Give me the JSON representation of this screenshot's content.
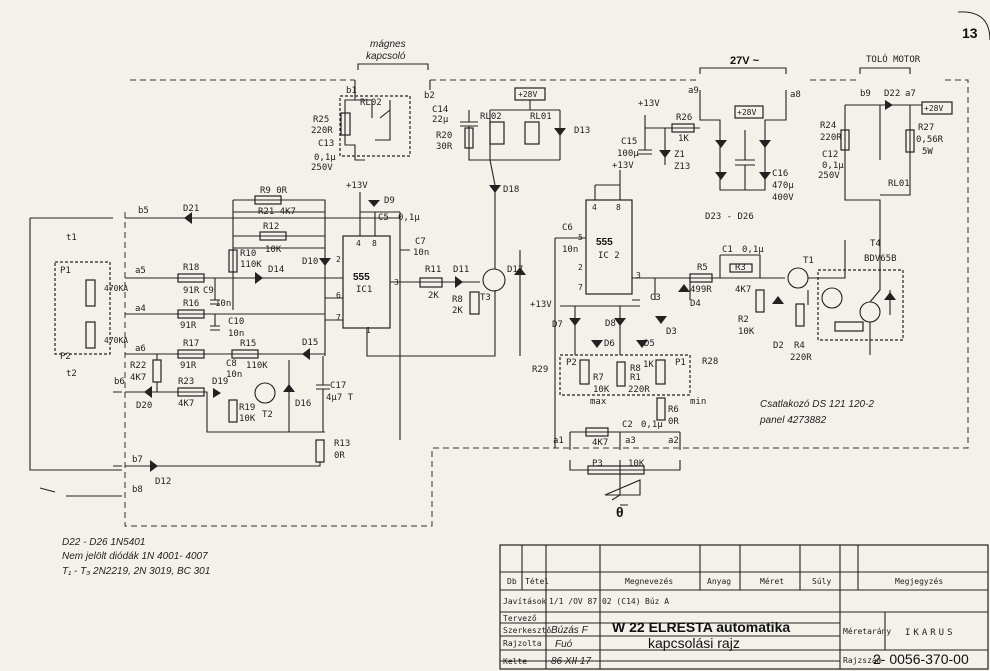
{
  "labels": {
    "magnes": "mágnes",
    "kapcsolo": "kapcsoló",
    "b1": "b1",
    "b2": "b2",
    "b5": "b5",
    "b6": "b6",
    "b7": "b7",
    "b8": "b8",
    "b9": "b9",
    "a5": "a5",
    "a4": "a4",
    "a6": "a6",
    "a9": "a9",
    "a8": "a8",
    "a7": "a7",
    "a1": "a1",
    "a3": "a3",
    "a2": "a2",
    "v27": "27V ~",
    "tolomotor": "TOLÓ MOTOR",
    "p28v_1": "+28V",
    "p28v_2": "+28V",
    "p28v_3": "+28V",
    "p13v_1": "+13V",
    "p13v_2": "+13V",
    "p13v_3": "+13V",
    "p13v_4": "+13V",
    "R25": "R25",
    "R25v": "220R",
    "C13": "C13",
    "C13v": "0,1µ",
    "C13v2": "250V",
    "RL02": "RL02",
    "RL02b": "RL02",
    "RL01": "RL01",
    "RL01b": "RL01",
    "C14": "C14",
    "C14v": "22µ",
    "R20": "R20",
    "R20v": "30R",
    "D13": "D13",
    "C15": "C15",
    "C15v": "100µ",
    "R26": "R26",
    "R26v": "1K",
    "Z1": "Z1",
    "Z13": "Z13",
    "C16": "C16",
    "C16v": "470µ",
    "C16v2": "400V",
    "D23": "D23 - D26",
    "R24": "R24",
    "R24v": "220R",
    "C12": "C12",
    "C12v": "0,1µ",
    "C12v2": "250V",
    "D22": "D22",
    "R27": "R27",
    "R27v": "0,56R",
    "R27v2": "5W",
    "T4": "T4",
    "T4v": "BDV65B",
    "R9": "R9 0R",
    "R21": "R21 4K7",
    "R12": "R12",
    "R12v": "10K",
    "R10": "R10",
    "R10v": "110K",
    "D9": "D9",
    "C5": "C5",
    "C5v": "0,1µ",
    "C7": "C7",
    "C7v": "10n",
    "IC1": "IC1",
    "IC2": "IC 2",
    "n555a": "555",
    "n555b": "555",
    "R11": "R11",
    "R11v": "2K",
    "D11": "D11",
    "D17": "D17",
    "D18": "D18",
    "R8": "R8",
    "R8v": "2K",
    "T3": "T3",
    "C6": "C6",
    "C6v": "10n",
    "C1": "C1",
    "C1v": "0,1µ",
    "R5": "R5",
    "R5v": "499R",
    "R3": "R3",
    "R3v": "4K7",
    "R2": "R2",
    "R2v": "10K",
    "D2": "D2",
    "R4": "R4",
    "R4v": "220R",
    "T1": "T1",
    "D4": "D4",
    "C3": "C3",
    "D3": "D3",
    "D7": "D7",
    "D8": "D8",
    "D6": "D6",
    "D5": "D5",
    "P2": "P2",
    "P1": "P1",
    "R29": "R29",
    "R28": "R28",
    "R7": "R7",
    "R7v": "10K",
    "max": "max",
    "min": "min",
    "R1": "R1",
    "R1v": "220R",
    "R6": "R6",
    "R6v": "0R",
    "C2": "C2",
    "C2v": "0,1µ",
    "R8b": "R8",
    "R8bv": "1K",
    "P3": "P3",
    "P3v": "10K",
    "R7b": "4K7",
    "D21": "D21",
    "D14": "D14",
    "D10": "D10",
    "D15": "D15",
    "D16": "D16",
    "D19": "D19",
    "D20": "D20",
    "D12": "D12",
    "R18": "R18",
    "R18v": "91R",
    "R16": "R16",
    "R16v": "91R",
    "R17": "R17",
    "R17v": "91R",
    "R15": "R15",
    "R15v": "110K",
    "R22": "R22",
    "R22v": "4K7",
    "R23": "R23",
    "R23v": "4K7",
    "R19": "R19",
    "R19v": "10K",
    "T2": "T2",
    "C8": "C8",
    "C8v": "10n",
    "C9": "C9",
    "C9v": "10n",
    "C10": "C10",
    "C10v": "10n",
    "C17": "C17",
    "C17v": "4µ7 T",
    "R13": "R13",
    "R13v": "0R",
    "P1l": "P1",
    "P2l": "P2",
    "t1": "t1",
    "t2": "t2",
    "k470a": "470KA",
    "k470b": "470KA",
    "csatl1": "Csatlakozó  DS 121 120-2",
    "csatl2": "panel  4273882",
    "note1": "D22 - D26   1N5401",
    "note2": "Nem jelölt diódák   1N 4001- 4007",
    "note3": "T₁ - T₃   2N2219, 2N 3019, BC 301",
    "page_num": "13"
  },
  "titleblock": {
    "h_db": "Db",
    "h_tetel": "Tétel",
    "h_megnev": "Megnevezés",
    "h_anyag": "Anyag",
    "h_meret": "Méret",
    "h_suly": "Súly",
    "h_megj": "Megjegyzés",
    "r_javitasok": "Javítások",
    "r_jav_val": "1/1 /OV 87 02 (C14)",
    "r_jav_by": "Búz A",
    "r_tervezo": "Tervező",
    "r_szerk": "Szerkesztő",
    "r_szerk_val": "Búzás F",
    "r_rajzolo": "Rajzolta",
    "r_rajz_val": "Fuó",
    "r_kelte": "Kelte",
    "r_kelte_val": "86 XII 17",
    "title1": "W 22 ELRESTA automatika",
    "title2": "kapcsolási rajz",
    "meretarany": "Méretarány",
    "company": "IKARUS",
    "rajzszam": "Rajzszám",
    "drawing_no": "2- 0056-370-00"
  }
}
